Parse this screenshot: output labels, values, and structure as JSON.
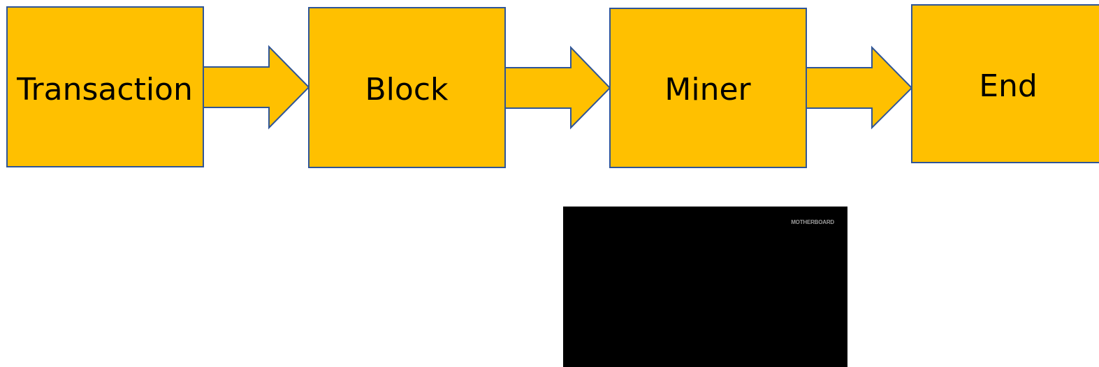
{
  "diagram": {
    "nodes": [
      {
        "id": "transaction",
        "label": "Transaction"
      },
      {
        "id": "block",
        "label": "Block"
      },
      {
        "id": "miner",
        "label": "Miner"
      },
      {
        "id": "end",
        "label": "End"
      }
    ],
    "edges": [
      {
        "from": "transaction",
        "to": "block"
      },
      {
        "from": "block",
        "to": "miner"
      },
      {
        "from": "miner",
        "to": "end"
      }
    ],
    "colors": {
      "fill": "#FFC000",
      "stroke": "#2F5597",
      "text": "#000000"
    }
  },
  "video_panel": {
    "background": "#000000",
    "watermark": "MOTHERBOARD"
  }
}
